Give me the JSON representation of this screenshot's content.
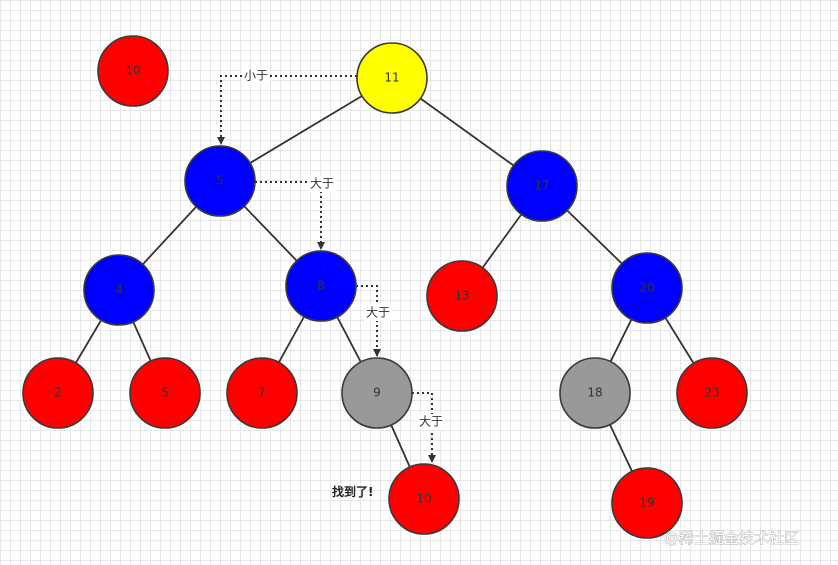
{
  "colors": {
    "target": "#ff0000",
    "root": "#ffff00",
    "visited": "#0000ff",
    "other": "#ff0000",
    "gray": "#999999"
  },
  "target_value": "10",
  "nodes": [
    {
      "id": "root",
      "label": "11",
      "color": "#ffff00"
    },
    {
      "id": "n5",
      "label": "5",
      "color": "#0000ff"
    },
    {
      "id": "n17",
      "label": "17",
      "color": "#0000ff"
    },
    {
      "id": "n4",
      "label": "4",
      "color": "#0000ff"
    },
    {
      "id": "n8",
      "label": "8",
      "color": "#0000ff"
    },
    {
      "id": "n13",
      "label": "13",
      "color": "#ff0000"
    },
    {
      "id": "n20",
      "label": "20",
      "color": "#0000ff"
    },
    {
      "id": "n2",
      "label": "2",
      "color": "#ff0000"
    },
    {
      "id": "n5b",
      "label": "5",
      "color": "#ff0000"
    },
    {
      "id": "n7",
      "label": "7",
      "color": "#ff0000"
    },
    {
      "id": "n9",
      "label": "9",
      "color": "#999999"
    },
    {
      "id": "n18",
      "label": "18",
      "color": "#999999"
    },
    {
      "id": "n23",
      "label": "23",
      "color": "#ff0000"
    },
    {
      "id": "n10",
      "label": "10",
      "color": "#ff0000"
    },
    {
      "id": "n19",
      "label": "19",
      "color": "#ff0000"
    }
  ],
  "edges": [
    [
      "root",
      "n5"
    ],
    [
      "root",
      "n17"
    ],
    [
      "n5",
      "n4"
    ],
    [
      "n5",
      "n8"
    ],
    [
      "n17",
      "n13"
    ],
    [
      "n17",
      "n20"
    ],
    [
      "n4",
      "n2"
    ],
    [
      "n4",
      "n5b"
    ],
    [
      "n8",
      "n7"
    ],
    [
      "n8",
      "n9"
    ],
    [
      "n9",
      "n10"
    ],
    [
      "n20",
      "n18"
    ],
    [
      "n20",
      "n23"
    ],
    [
      "n18",
      "n19"
    ]
  ],
  "search_steps": [
    {
      "from": "root",
      "to": "n5",
      "label": "小于"
    },
    {
      "from": "n5",
      "to": "n8",
      "label": "大于"
    },
    {
      "from": "n8",
      "to": "n9",
      "label": "大于"
    },
    {
      "from": "n9",
      "to": "n10",
      "label": "大于"
    }
  ],
  "found_label": "找到了!",
  "watermark": "@稀土掘金技术社区"
}
